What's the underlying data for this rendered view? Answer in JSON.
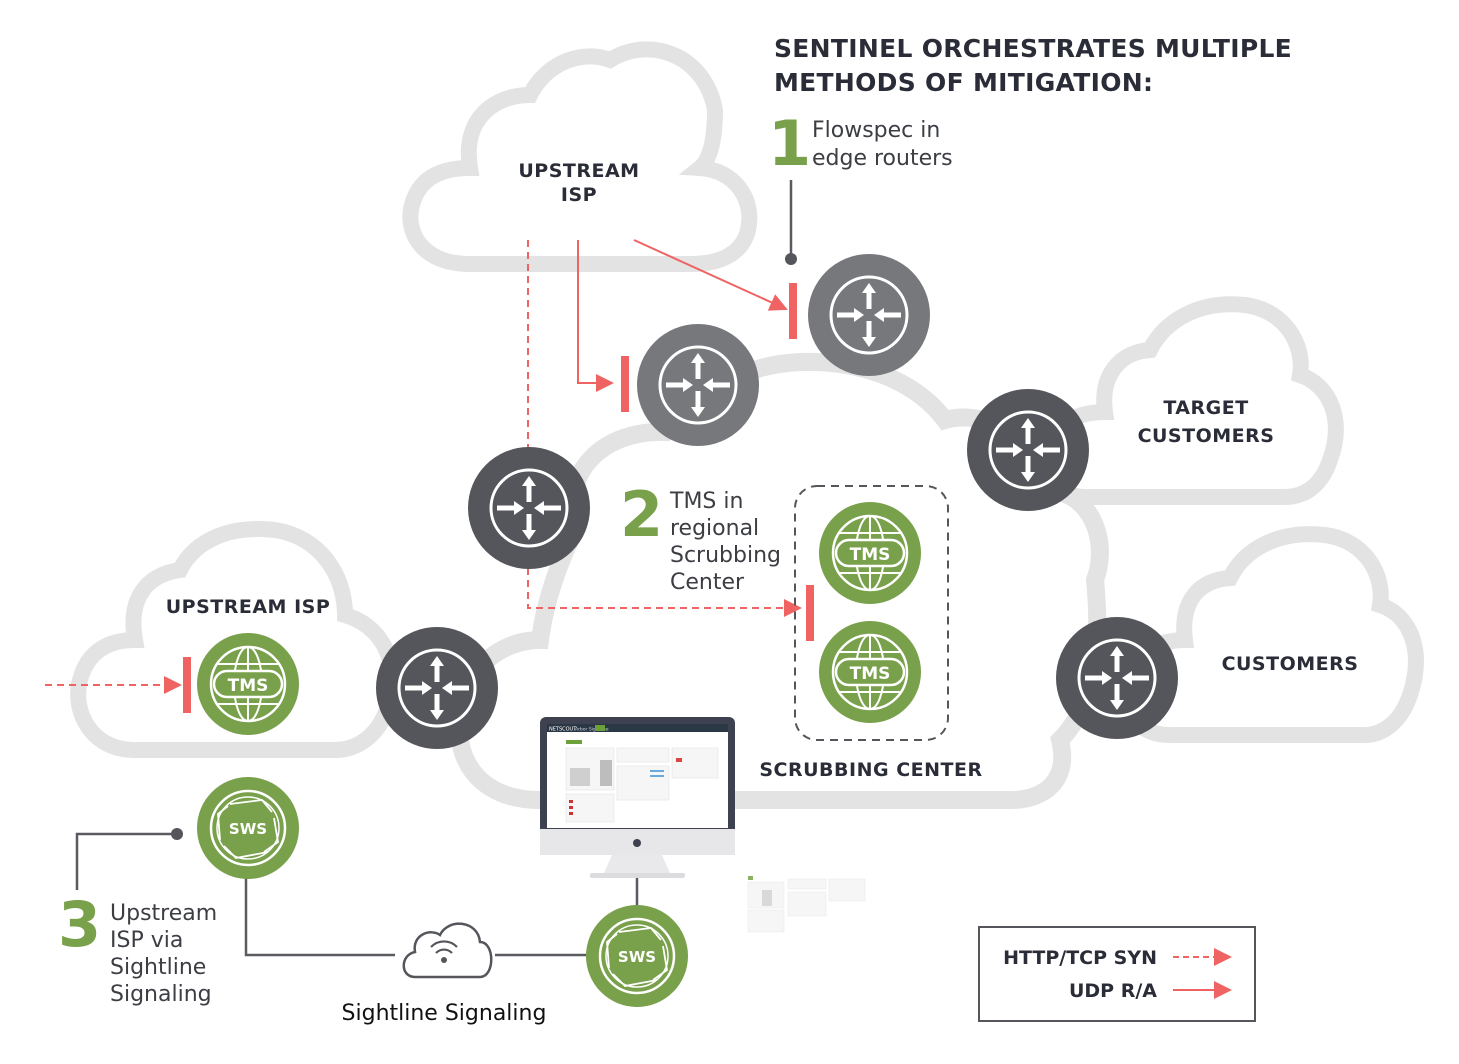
{
  "title": {
    "line1": "SENTINEL ORCHESTRATES MULTIPLE",
    "line2": "METHODS OF MITIGATION:"
  },
  "steps": [
    {
      "number": "1",
      "lines": [
        "Flowspec in",
        "edge routers"
      ]
    },
    {
      "number": "2",
      "lines": [
        "TMS in",
        "regional",
        "Scrubbing",
        "Center"
      ]
    },
    {
      "number": "3",
      "lines": [
        "Upstream",
        "ISP via",
        "Sightline",
        "Signaling"
      ]
    }
  ],
  "clouds": {
    "upstream_isp_top": {
      "lines": [
        "UPSTREAM",
        "ISP"
      ]
    },
    "upstream_isp_left": {
      "label": "UPSTREAM ISP"
    },
    "target_customers": {
      "lines": [
        "TARGET",
        "CUSTOMERS"
      ]
    },
    "customers": {
      "label": "CUSTOMERS"
    }
  },
  "scrubbing_center": {
    "label": "SCRUBBING CENTER"
  },
  "nodes": {
    "tms_label": "TMS",
    "sws_label": "SWS",
    "router_icon": "router-icon",
    "tms_icon": "globe-icon",
    "sws_icon": "shutter-icon",
    "signal_icon": "wifi-cloud-icon"
  },
  "signaling": {
    "label": "Sightline Signaling"
  },
  "legend": {
    "items": [
      {
        "label": "HTTP/TCP SYN",
        "style": "dashed"
      },
      {
        "label": "UDP R/A",
        "style": "solid"
      }
    ]
  },
  "colors": {
    "attack_red": "#ef6363",
    "tms_green": "#79a04a",
    "router_dark": "#55565b",
    "router_grey": "#77787c",
    "cloud_outline": "#e3e3e3",
    "text_dark": "#2a2d37"
  },
  "monitor": {
    "screen_brand": "NETSCOUT",
    "screen_product": "Arbor Sightline"
  }
}
